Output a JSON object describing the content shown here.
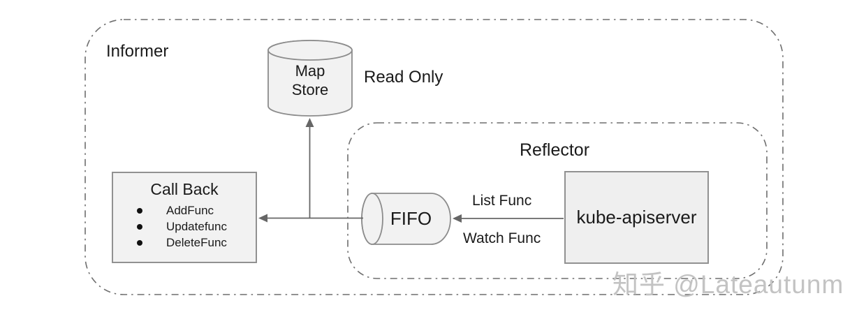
{
  "diagram": {
    "informer_label": "Informer",
    "reflector_label": "Reflector",
    "map_store_label": "Map\nStore",
    "read_only_label": "Read Only",
    "fifo_label": "FIFO",
    "kube_apiserver_label": "kube-apiserver",
    "callback": {
      "title": "Call Back",
      "items": [
        "AddFunc",
        "Updatefunc",
        "DeleteFunc"
      ]
    },
    "edge_labels": {
      "list": "List Func",
      "watch": "Watch Func"
    },
    "colors": {
      "node_fill": "#f2f2f2",
      "node_stroke": "#8c8c8c",
      "edge_stroke": "#666666",
      "container_stroke": "#6e6e6e",
      "text": "#1a1a1a",
      "watermark": "#c3c3c3"
    }
  },
  "watermark": {
    "text": "知乎 @Lateautunm"
  }
}
